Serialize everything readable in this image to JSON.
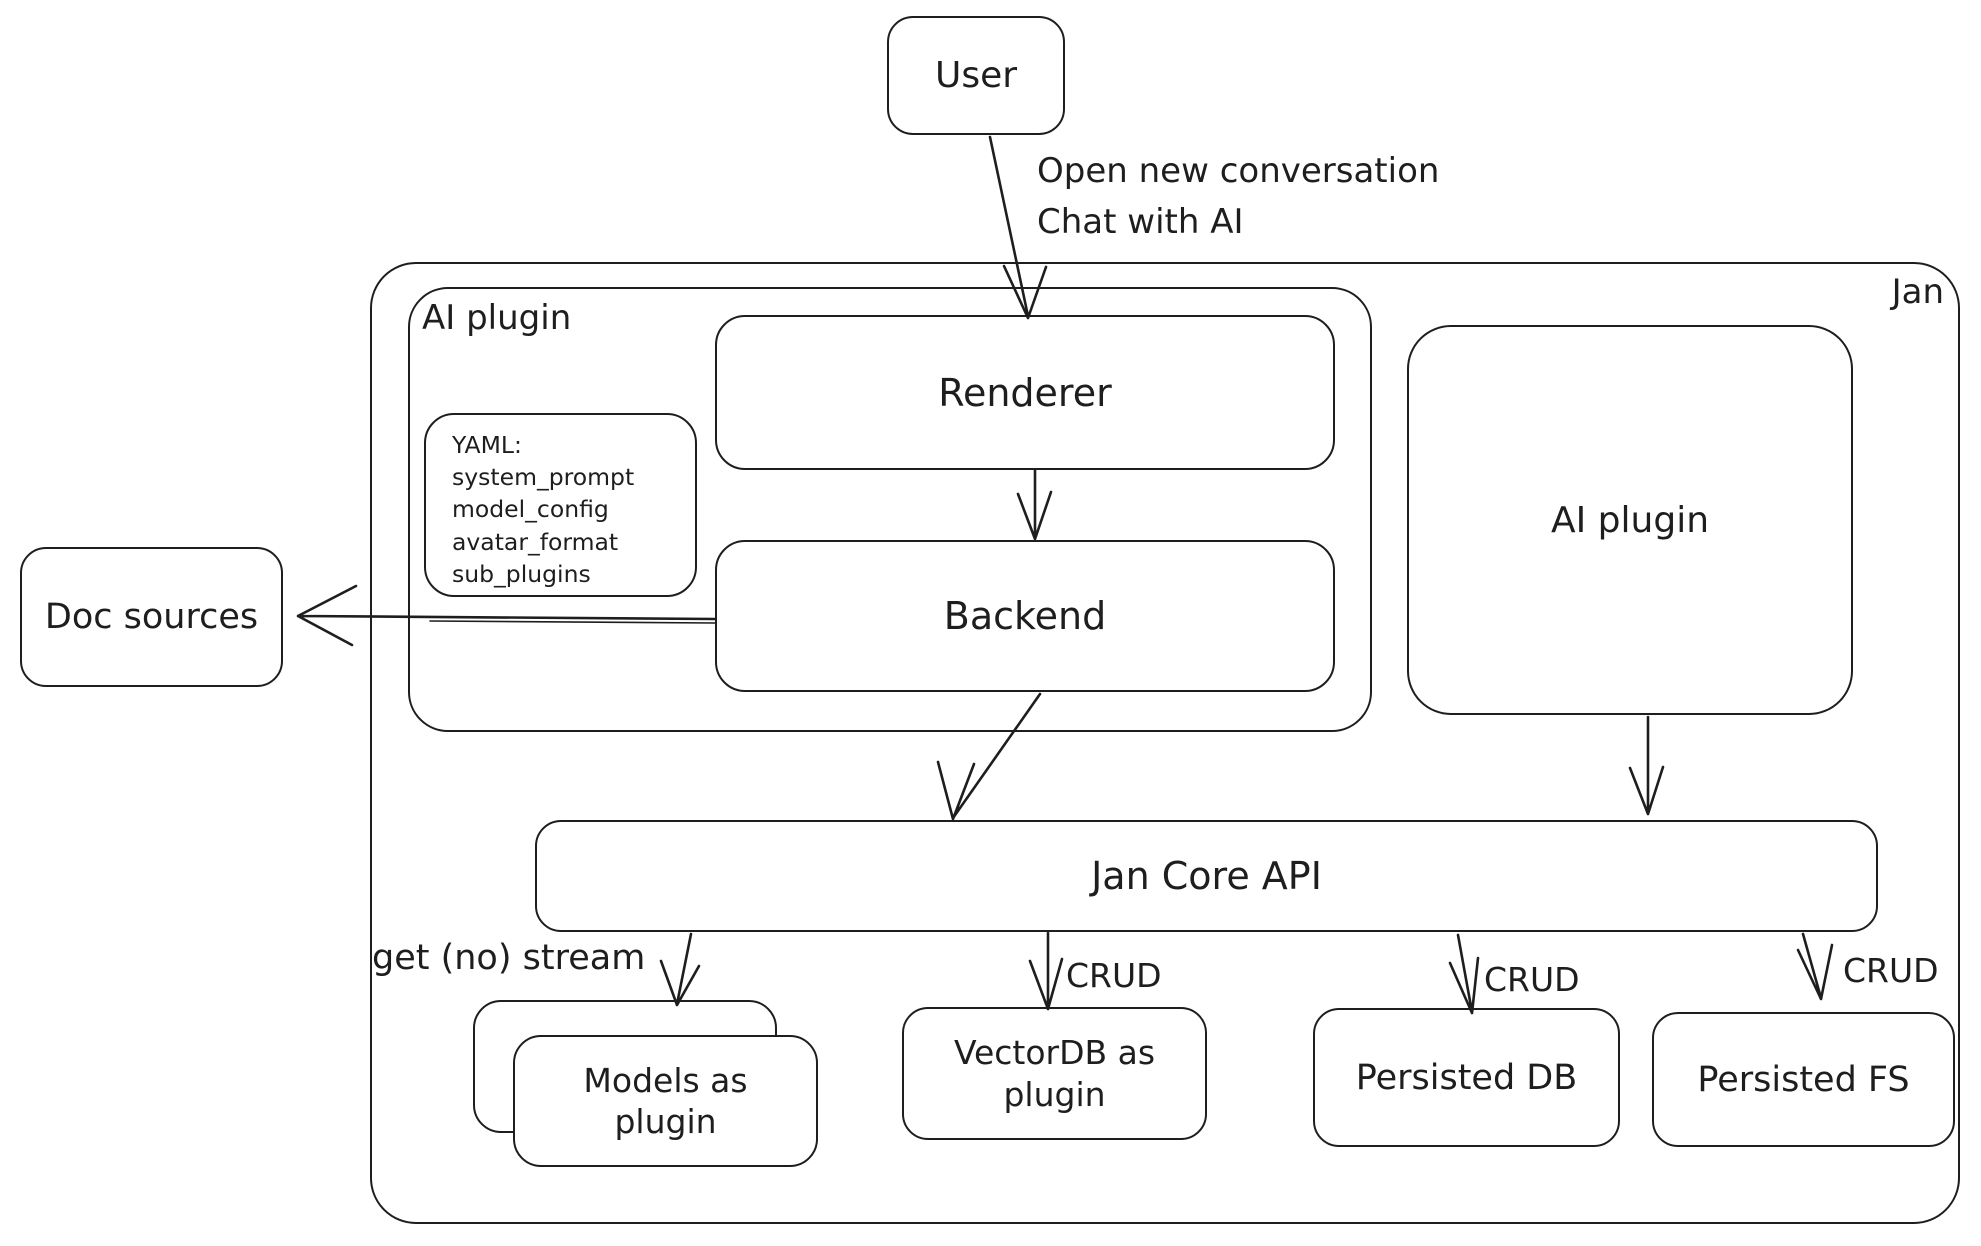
{
  "diagram": {
    "colors": {
      "stroke": "#1e1e1e",
      "background": "#ffffff"
    },
    "nodes": {
      "user": {
        "label": "User"
      },
      "jan": {
        "label": "Jan"
      },
      "ai_plugin_left": {
        "label": "AI plugin"
      },
      "renderer": {
        "label": "Renderer"
      },
      "yaml_note": {
        "lines": [
          "YAML:",
          "system_prompt",
          "model_config",
          "avatar_format",
          "sub_plugins"
        ]
      },
      "backend": {
        "label": "Backend"
      },
      "doc_sources": {
        "label": "Doc sources"
      },
      "ai_plugin_right": {
        "label": "AI plugin"
      },
      "jan_core_api": {
        "label": "Jan Core API"
      },
      "models_plugin": {
        "label": "Models as plugin"
      },
      "vectordb_plugin": {
        "label": "VectorDB as plugin"
      },
      "persisted_db": {
        "label": "Persisted DB"
      },
      "persisted_fs": {
        "label": "Persisted FS"
      }
    },
    "edges": {
      "user_to_renderer": {
        "label_line1": "Open new conversation",
        "label_line2": "Chat with AI"
      },
      "core_to_models": {
        "label": "get (no) stream"
      },
      "core_to_vectordb": {
        "label": "CRUD"
      },
      "core_to_persisted_db": {
        "label": "CRUD"
      },
      "core_to_persisted_fs": {
        "label": "CRUD"
      }
    }
  }
}
